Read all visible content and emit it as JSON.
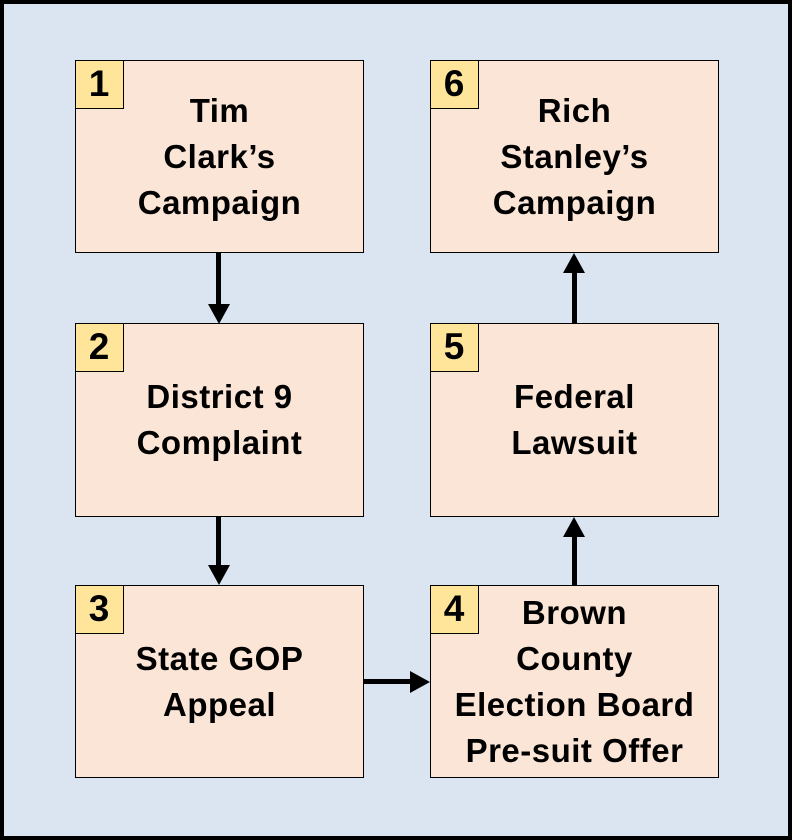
{
  "diagram": {
    "type": "flowchart",
    "colors": {
      "canvas_background": "#dbe5f1",
      "node_fill": "#fbe5d6",
      "badge_fill": "#ffe599",
      "border": "#000000",
      "arrow": "#000000",
      "text": "#000000"
    },
    "nodes": [
      {
        "number": "1",
        "label": "Tim\nClark’s\nCampaign"
      },
      {
        "number": "2",
        "label": "District 9\nComplaint"
      },
      {
        "number": "3",
        "label": "State GOP\nAppeal"
      },
      {
        "number": "4",
        "label": "Brown\nCounty\nElection Board\nPre-suit Offer"
      },
      {
        "number": "5",
        "label": "Federal\nLawsuit"
      },
      {
        "number": "6",
        "label": "Rich\nStanley’s\nCampaign"
      }
    ],
    "edges": [
      {
        "from": "1",
        "to": "2",
        "direction": "down"
      },
      {
        "from": "2",
        "to": "3",
        "direction": "down"
      },
      {
        "from": "3",
        "to": "4",
        "direction": "right"
      },
      {
        "from": "4",
        "to": "5",
        "direction": "up"
      },
      {
        "from": "5",
        "to": "6",
        "direction": "up"
      }
    ]
  }
}
